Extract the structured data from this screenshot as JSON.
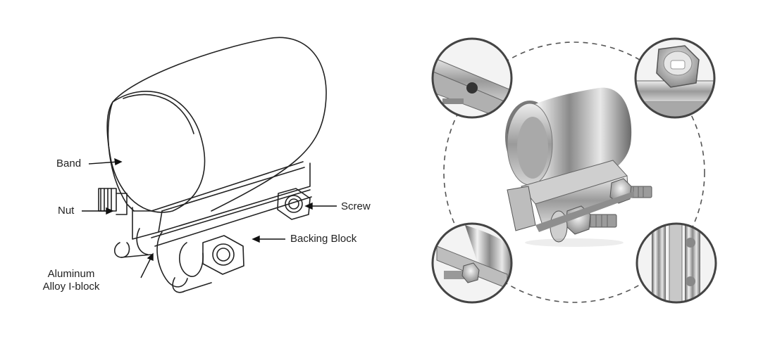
{
  "diagram": {
    "labels": {
      "band": "Band",
      "nut": "Nut",
      "screw": "Screw",
      "backing_block": "Backing Block",
      "i_block_line1": "Aluminum",
      "i_block_line2": "Alloy I-block"
    }
  },
  "photo": {
    "detail_views": [
      "top-left",
      "top-right",
      "bottom-left",
      "bottom-right"
    ],
    "colors": {
      "steel_light": "#f2f2f2",
      "steel_mid": "#b8b8b8",
      "steel_dark": "#5a5a5a",
      "dashed_circle": "#555555"
    }
  }
}
